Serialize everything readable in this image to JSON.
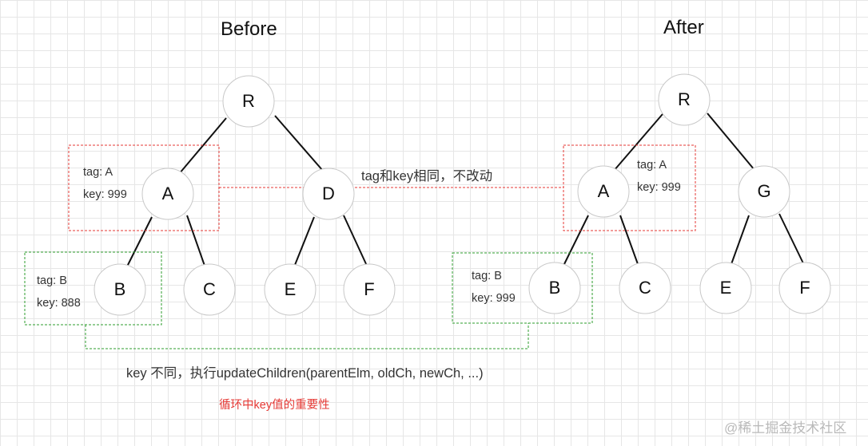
{
  "before": {
    "title": "Before",
    "nodes": {
      "r": "R",
      "a": "A",
      "d": "D",
      "b": "B",
      "c": "C",
      "e": "E",
      "f": "F"
    },
    "box_a": {
      "tag": "tag: A",
      "key": "key: 999"
    },
    "box_b": {
      "tag": "tag: B",
      "key": "key: 888"
    }
  },
  "after": {
    "title": "After",
    "nodes": {
      "r": "R",
      "a": "A",
      "g": "G",
      "b": "B",
      "c": "C",
      "e": "E",
      "f": "F"
    },
    "box_a": {
      "tag": "tag: A",
      "key": "key: 999"
    },
    "box_b": {
      "tag": "tag: B",
      "key": "key: 999"
    }
  },
  "notes": {
    "same_tag_key": "tag和key相同，不改动",
    "key_diff": "key 不同，执行updateChildren(parentElm, oldCh, newCh, ...)",
    "caption": "循环中key值的重要性"
  },
  "watermark": "@稀土掘金技术社区",
  "colors": {
    "red_box": "#e53935",
    "green_box": "#2e9e2e",
    "node_stroke": "#c8c8c8"
  }
}
